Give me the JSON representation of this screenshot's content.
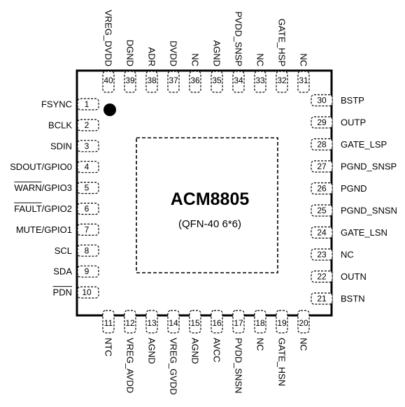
{
  "chip": {
    "name": "ACM8805",
    "package": "(QFN-40 6*6)"
  },
  "pins_left": [
    {
      "num": "1",
      "label": "FSYNC",
      "overline": ""
    },
    {
      "num": "2",
      "label": "BCLK",
      "overline": ""
    },
    {
      "num": "3",
      "label": "SDIN",
      "overline": ""
    },
    {
      "num": "4",
      "label": "SDOUT/GPIO0",
      "overline": ""
    },
    {
      "num": "5",
      "label": "WARN/GPIO3",
      "overline": "WARN"
    },
    {
      "num": "6",
      "label": "FAULT/GPIO2",
      "overline": "FAULT"
    },
    {
      "num": "7",
      "label": "MUTE/GPIO1",
      "overline": ""
    },
    {
      "num": "8",
      "label": "SCL",
      "overline": ""
    },
    {
      "num": "9",
      "label": "SDA",
      "overline": ""
    },
    {
      "num": "10",
      "label": "PDN",
      "overline": "PDN"
    }
  ],
  "pins_bottom": [
    {
      "num": "11",
      "label": "NTC"
    },
    {
      "num": "12",
      "label": "VREG_AVDD"
    },
    {
      "num": "13",
      "label": "AGND"
    },
    {
      "num": "14",
      "label": "VREG_GVDD"
    },
    {
      "num": "15",
      "label": "AGND"
    },
    {
      "num": "16",
      "label": "AVCC"
    },
    {
      "num": "17",
      "label": "PVDD_SNSN"
    },
    {
      "num": "18",
      "label": "NC"
    },
    {
      "num": "19",
      "label": "GATE_HSN"
    },
    {
      "num": "20",
      "label": "NC"
    }
  ],
  "pins_right": [
    {
      "num": "21",
      "label": "BSTN"
    },
    {
      "num": "22",
      "label": "OUTN"
    },
    {
      "num": "23",
      "label": "NC"
    },
    {
      "num": "24",
      "label": "GATE_LSN"
    },
    {
      "num": "25",
      "label": "PGND_SNSN"
    },
    {
      "num": "26",
      "label": "PGND"
    },
    {
      "num": "27",
      "label": "PGND_SNSP"
    },
    {
      "num": "28",
      "label": "GATE_LSP"
    },
    {
      "num": "29",
      "label": "OUTP"
    },
    {
      "num": "30",
      "label": "BSTP"
    }
  ],
  "pins_top": [
    {
      "num": "31",
      "label": "NC"
    },
    {
      "num": "32",
      "label": "GATE_HSP"
    },
    {
      "num": "33",
      "label": "NC"
    },
    {
      "num": "34",
      "label": "PVDD_SNSP"
    },
    {
      "num": "35",
      "label": "AGND"
    },
    {
      "num": "36",
      "label": "NC"
    },
    {
      "num": "37",
      "label": "DVDD"
    },
    {
      "num": "38",
      "label": "ADR"
    },
    {
      "num": "39",
      "label": "DGND"
    },
    {
      "num": "40",
      "label": "VREG_DVDD"
    }
  ]
}
